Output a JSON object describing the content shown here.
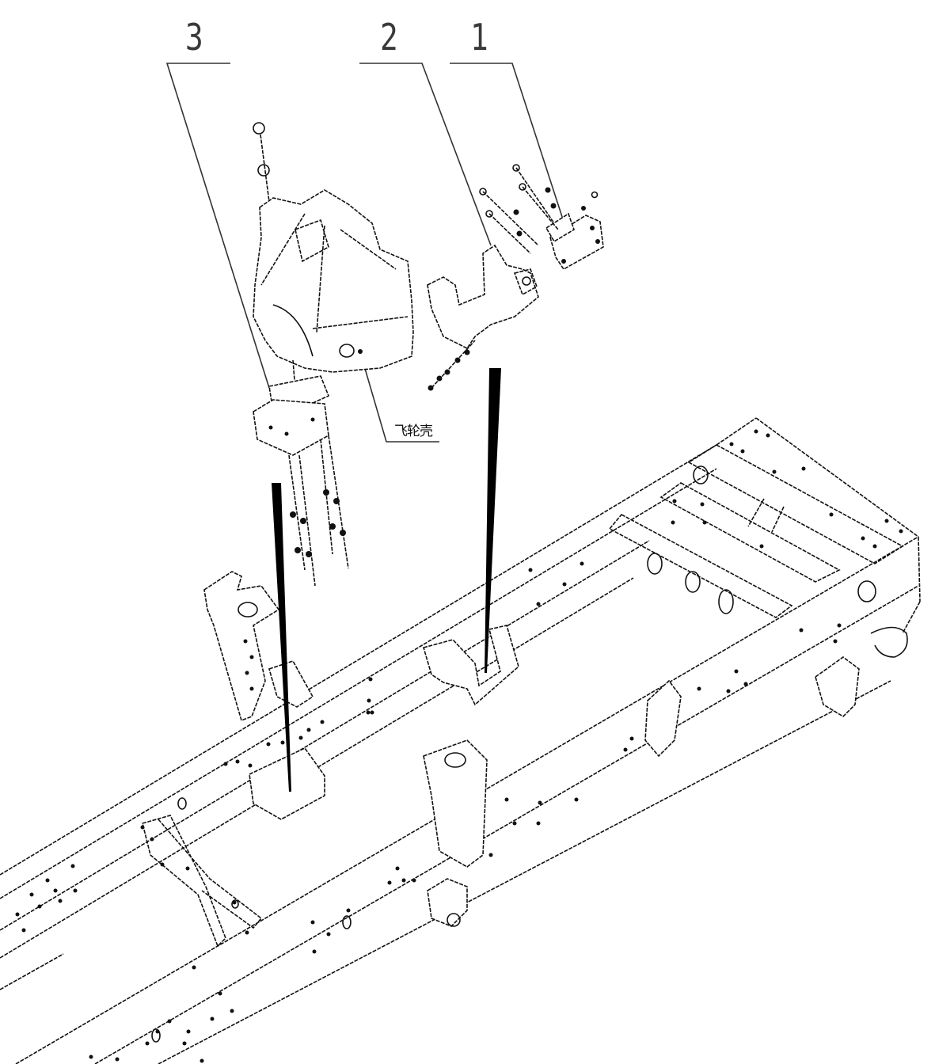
{
  "diagram": {
    "type": "exploded-view technical drawing",
    "subject": "truck chassis frame with engine mount brackets",
    "background": "#ffffff",
    "line_color": "#111111",
    "callouts": [
      {
        "number": "3",
        "target": "front engine mount bracket (left)"
      },
      {
        "number": "2",
        "target": "rear engine mount bracket"
      },
      {
        "number": "1",
        "target": "rear engine mount plate"
      }
    ],
    "labels": {
      "flywheel_housing": "飞轮壳"
    },
    "assembly_arrows": [
      {
        "from": "front mount assembly",
        "to": "frame left bracket"
      },
      {
        "from": "rear bracket assembly",
        "to": "frame right bracket"
      }
    ]
  }
}
